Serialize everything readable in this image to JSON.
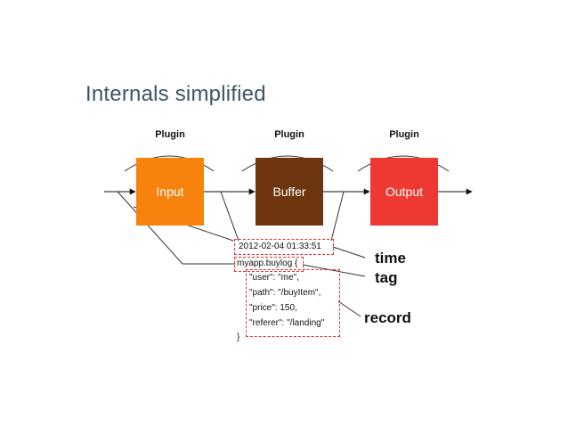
{
  "title": "Internals simplified",
  "plugins": [
    "Plugin",
    "Plugin",
    "Plugin"
  ],
  "stages": {
    "input": "Input",
    "buffer": "Buffer",
    "output": "Output"
  },
  "event": {
    "time": "2012-02-04 01:33:51",
    "tag_line": "myapp.buylog {",
    "record_lines": [
      "\"user\": \"me\",",
      "\"path\": \"/buyItem\",",
      "\"price\": 150,",
      "\"referer\": \"/landing\""
    ],
    "close": "}"
  },
  "callouts": {
    "time": "time",
    "tag": "tag",
    "record": "record"
  },
  "colors": {
    "input": "#f7820e",
    "buffer": "#6d3610",
    "output": "#ee3832",
    "dash": "#e53030",
    "title": "#3e5563"
  }
}
